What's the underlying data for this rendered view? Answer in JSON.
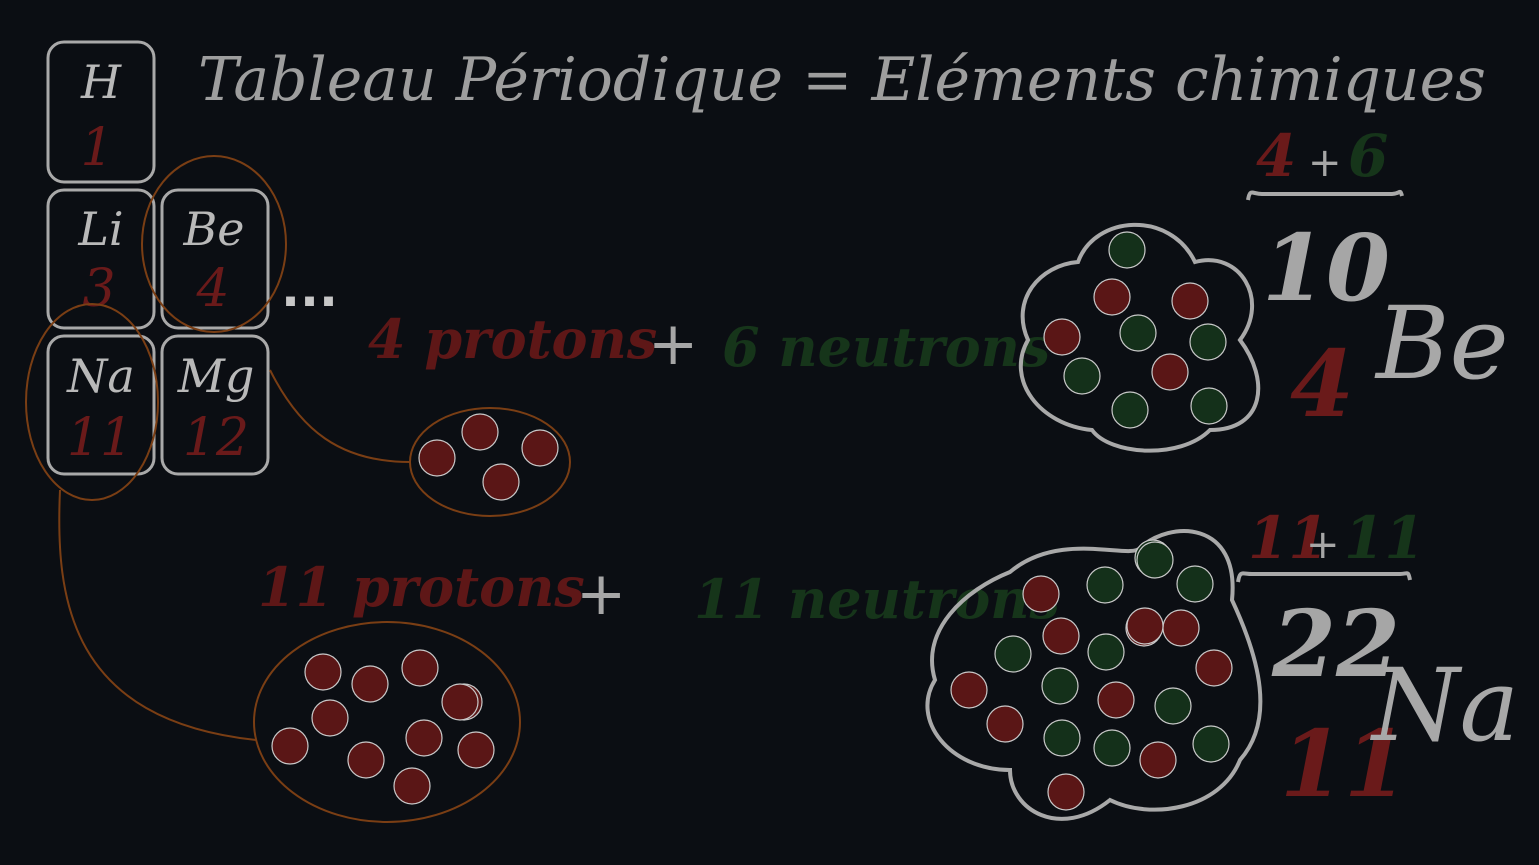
{
  "title": "Tableau Périodique = Eléments chimiques",
  "ellipsis": "...",
  "elements": [
    {
      "symbol": "H",
      "number": "1"
    },
    {
      "symbol": "Li",
      "number": "3"
    },
    {
      "symbol": "Be",
      "number": "4"
    },
    {
      "symbol": "Na",
      "number": "11"
    },
    {
      "symbol": "Mg",
      "number": "12"
    }
  ],
  "beryllium": {
    "protons_label": "4 protons",
    "plus": "+",
    "neutrons_label": "6 neutrons",
    "sum_protons": "4",
    "sum_plus": "+",
    "sum_neutrons": "6",
    "mass_number": "10",
    "atomic_number": "4",
    "symbol": "Be",
    "proton_count": 4,
    "neutron_count": 6
  },
  "sodium": {
    "protons_label": "11 protons",
    "plus": "+",
    "neutrons_label": "11 neutrons",
    "sum_protons": "11",
    "sum_plus": "+",
    "sum_neutrons": "11",
    "mass_number": "22",
    "atomic_number": "11",
    "symbol": "Na",
    "proton_count": 11,
    "neutron_count": 11
  },
  "colors": {
    "background": "#0b0e13",
    "proton": "#5a1616",
    "neutron": "#14301a",
    "outline": "#a9a9a9",
    "connector": "#7a3e14"
  }
}
